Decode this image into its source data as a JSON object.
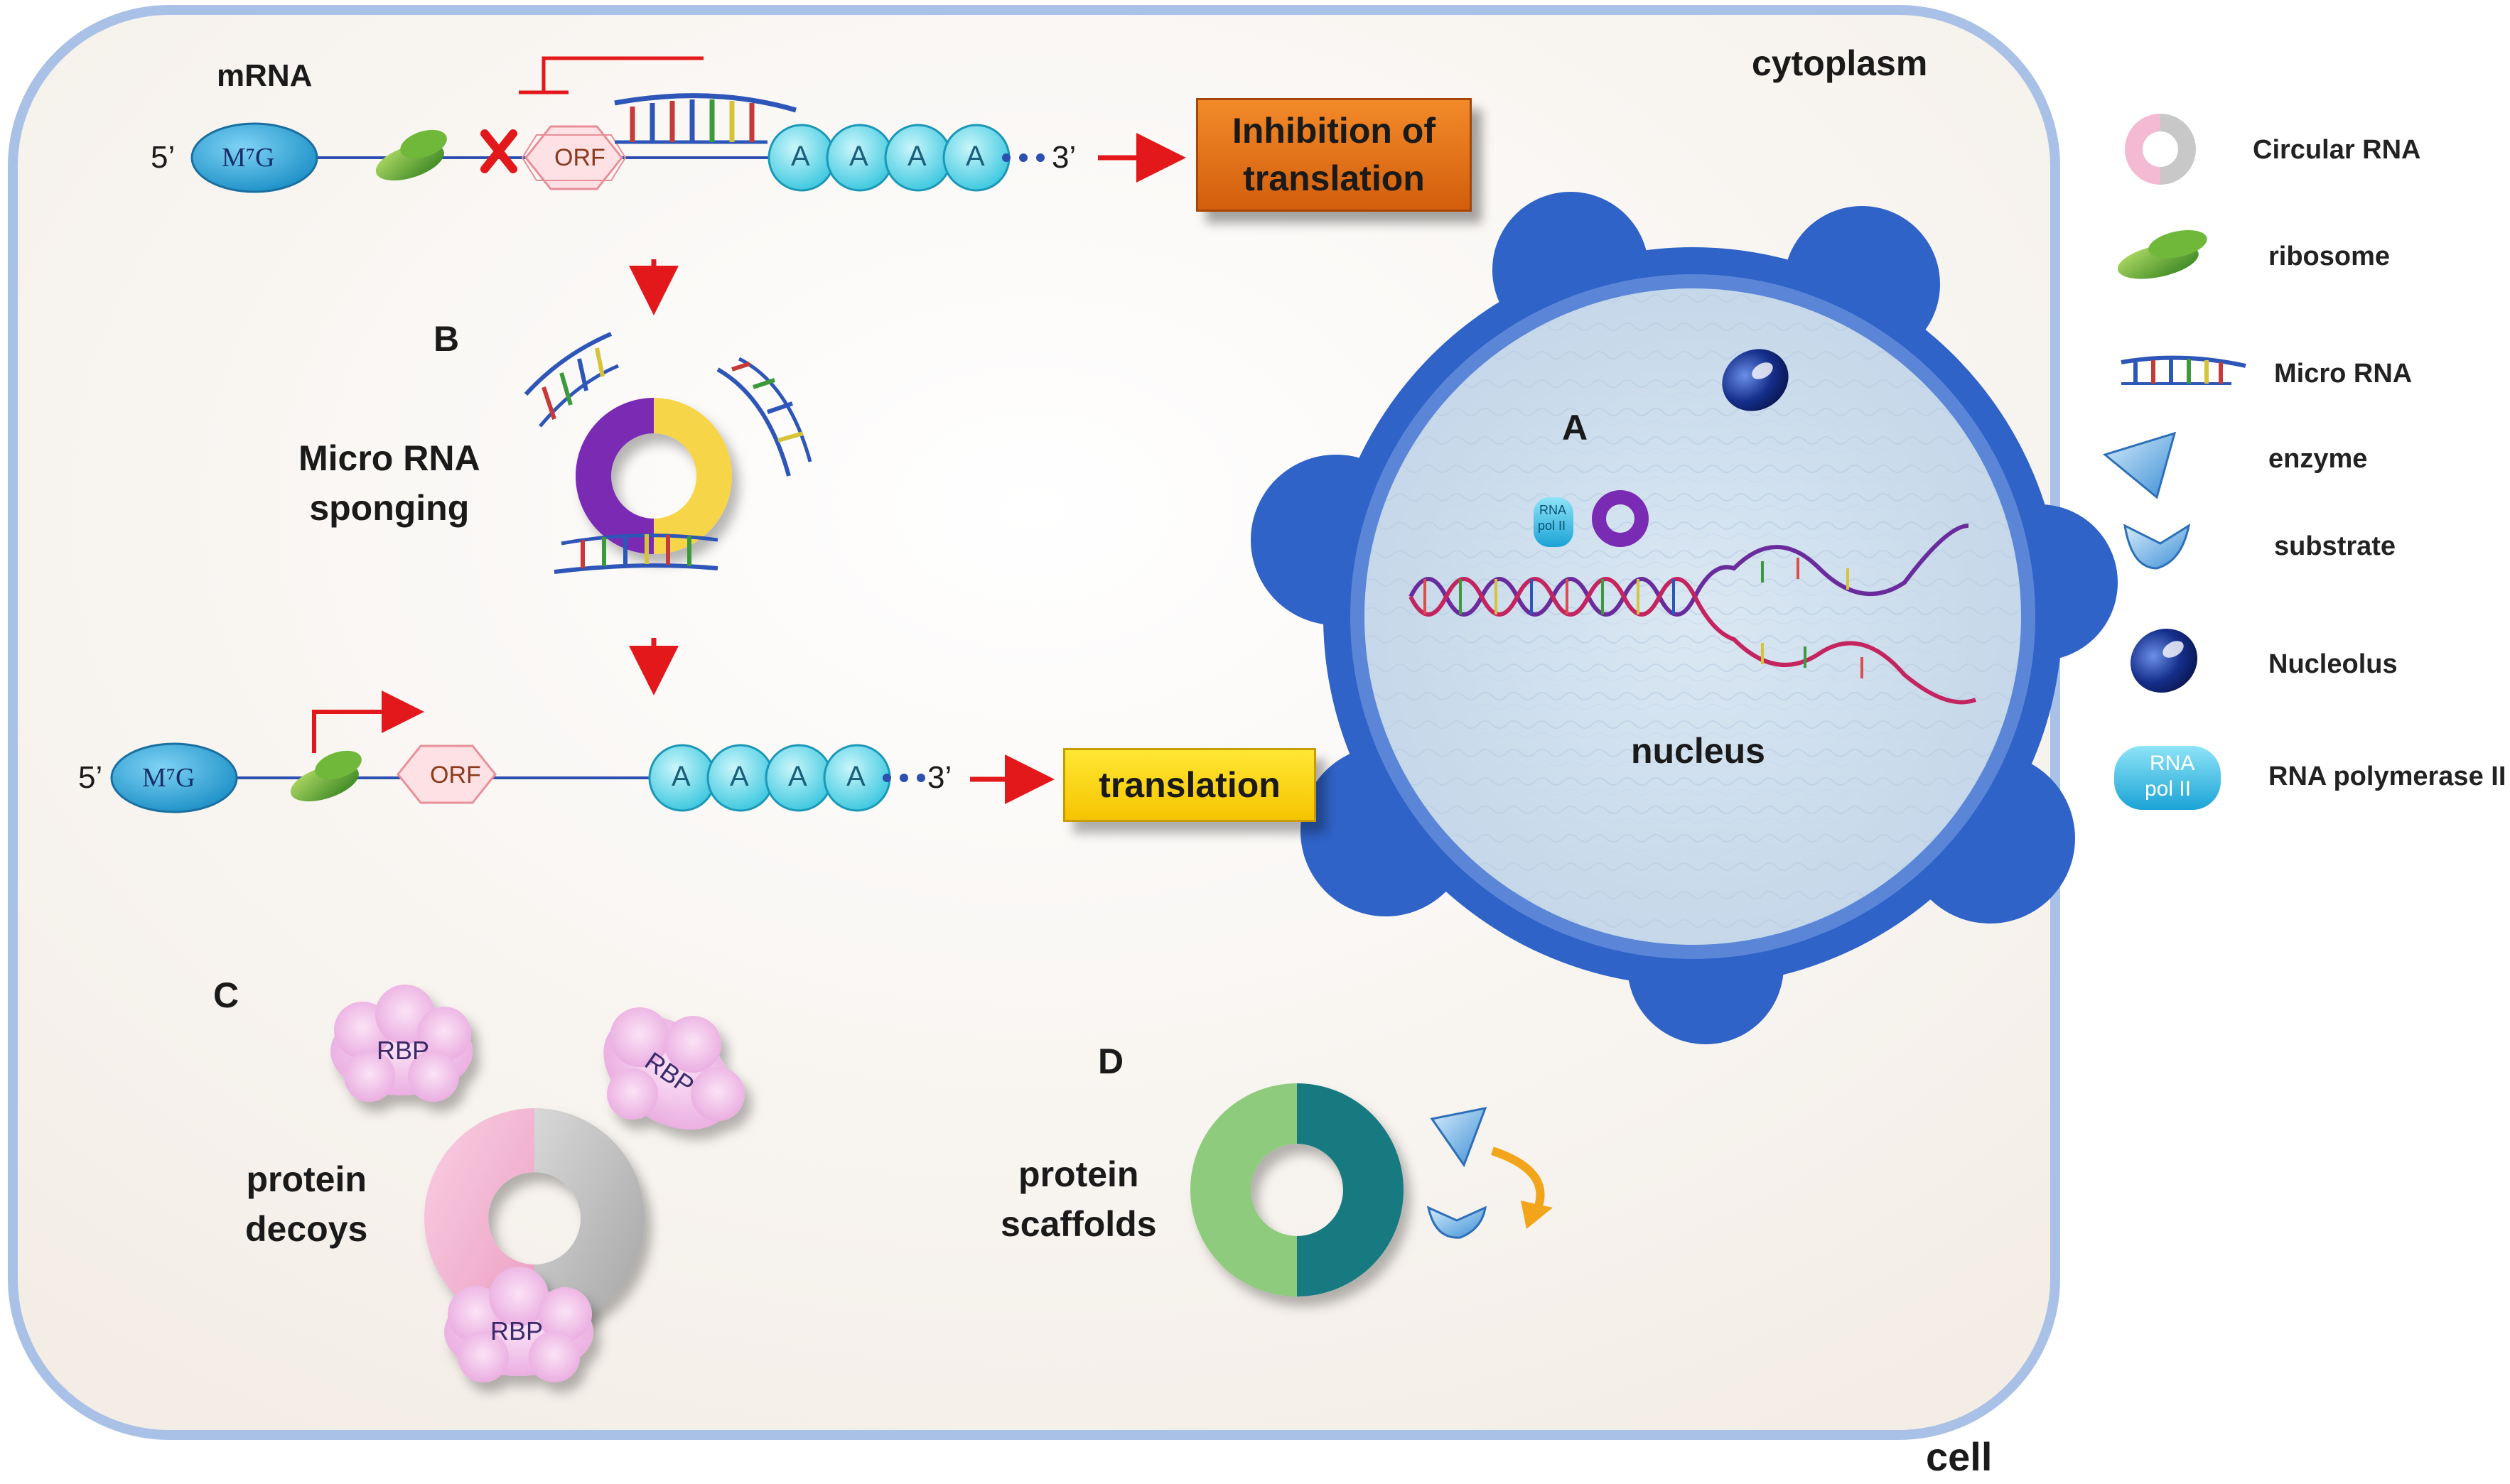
{
  "labels": {
    "cytoplasm": "cytoplasm",
    "cell": "cell",
    "nucleus": "nucleus",
    "mrna": "mRNA",
    "five_prime": "5’",
    "three_prime": "3’",
    "cap": "M⁷G",
    "orf": "ORF",
    "poly_a": "A",
    "inhibition": "Inhibition of translation",
    "translation": "translation",
    "rbp": "RBP",
    "rna_pol_short_1": "RNA",
    "rna_pol_short_2": "pol II"
  },
  "panels": {
    "a": {
      "letter": "A"
    },
    "b": {
      "letter": "B",
      "title_line1": "Micro RNA",
      "title_line2": "sponging"
    },
    "c": {
      "letter": "C",
      "title_line1": "protein",
      "title_line2": "decoys"
    },
    "d": {
      "letter": "D",
      "title_line1": "protein",
      "title_line2": "scaffolds"
    }
  },
  "legend": {
    "items": [
      {
        "label": "Circular RNA",
        "icon": "circular-rna-icon"
      },
      {
        "label": "ribosome",
        "icon": "ribosome-icon"
      },
      {
        "label": "Micro RNA",
        "icon": "micro-rna-icon"
      },
      {
        "label": "enzyme",
        "icon": "enzyme-icon"
      },
      {
        "label": "substrate",
        "icon": "substrate-icon"
      },
      {
        "label": "Nucleolus",
        "icon": "nucleolus-icon"
      },
      {
        "label": "RNA polymerase II",
        "icon": "rna-polymerase-icon"
      }
    ]
  },
  "colors": {
    "cell_border": "#a9c1e6",
    "arrow": "#e3181b",
    "nucleus_border": "#2f63c8",
    "nucleus_fill": "#cfe0ee",
    "cap_fill": "#27a8dd",
    "polya_fill": "#6fe0ef",
    "ribosome": "#4f9e2a",
    "circ_pink": "#f4b9d3",
    "circ_gray": "#bdbdbd",
    "circ_purple": "#7a2bb3",
    "circ_yellow": "#f7d54a",
    "circ_green": "#8ecb7c",
    "circ_teal": "#127a80"
  }
}
